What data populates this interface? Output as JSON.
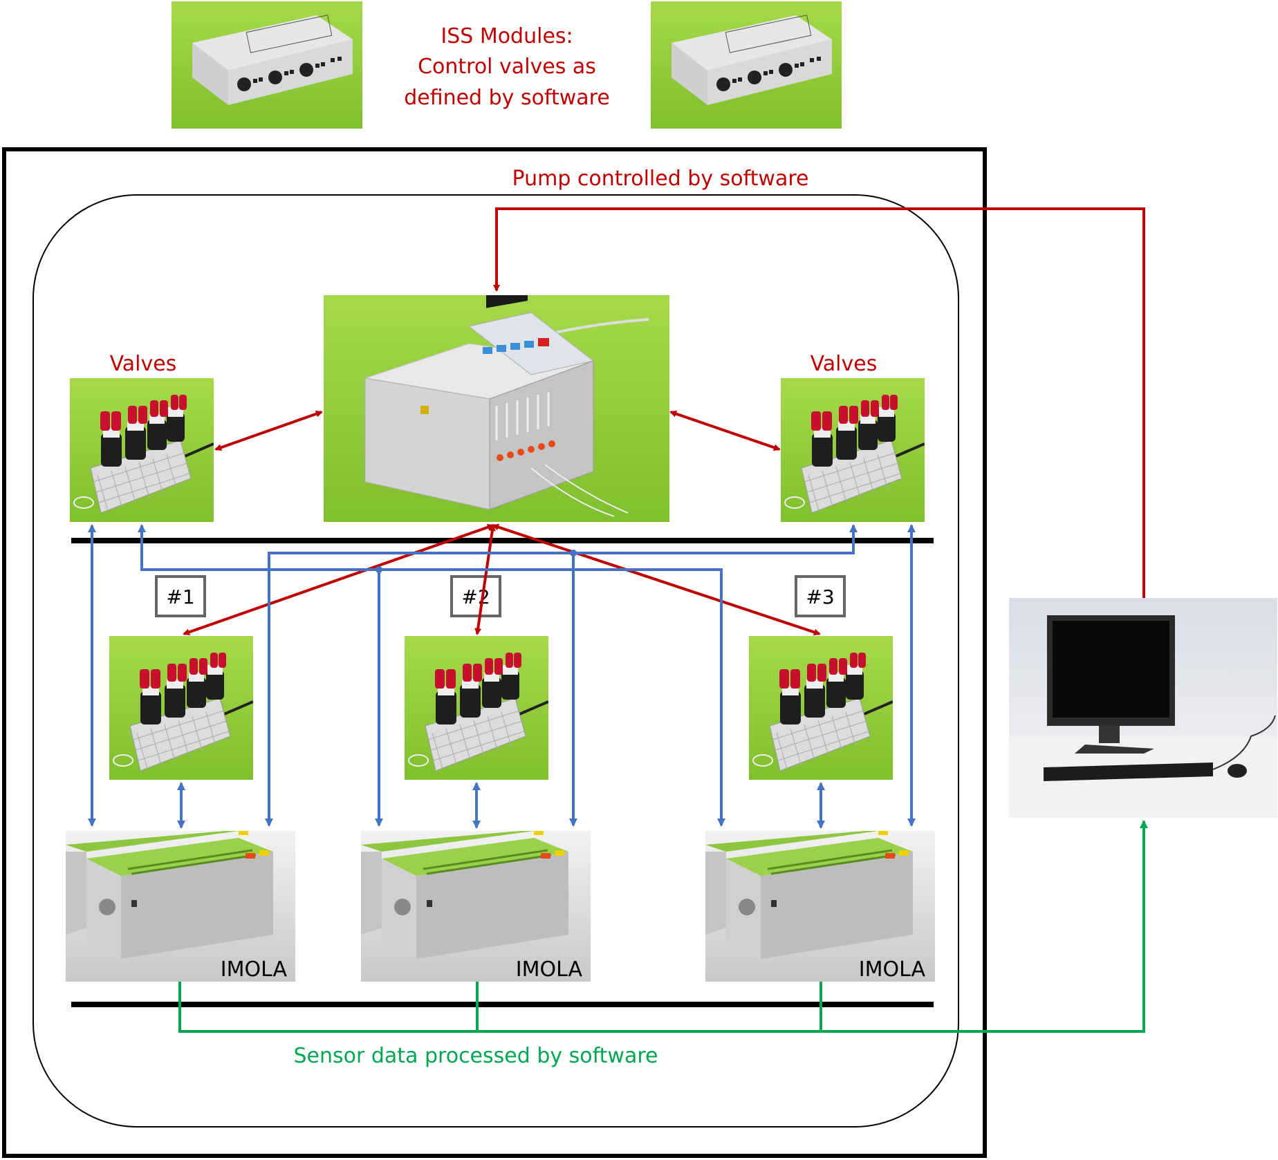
{
  "header": {
    "line1": "ISS Modules:",
    "line2": "Control valves as",
    "line3": "defined by software"
  },
  "labels": {
    "pump": "Pump controlled by software",
    "valves_left": "Valves",
    "valves_right": "Valves",
    "sensor": "Sensor data processed by software",
    "box1": "#1",
    "box2": "#2",
    "box3": "#3",
    "imola1": "IMOLA",
    "imola2": "IMOLA",
    "imola3": "IMOLA"
  },
  "colors": {
    "red": "#c00000",
    "blue": "#4472c4",
    "green": "#00a651",
    "photo_green": "#8cc63f"
  },
  "icons": {
    "iss_module": "iss-module-photo",
    "pump": "peristaltic-pump-photo",
    "valve": "valve-bottle-rack-photo",
    "imola": "imola-sensor-unit-photo",
    "computer": "desktop-computer-photo"
  }
}
